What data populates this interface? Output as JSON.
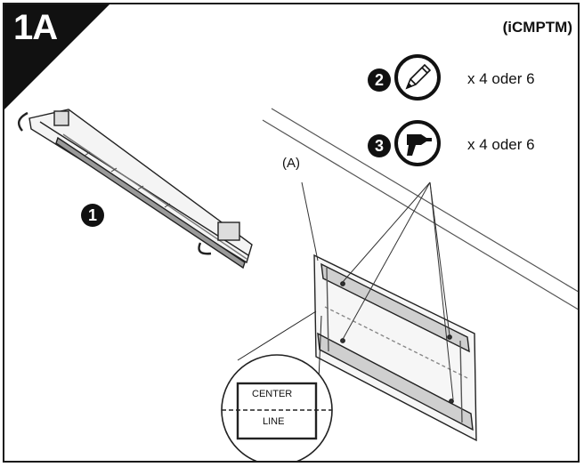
{
  "step": {
    "title": "1A"
  },
  "model_code": "(iCMPTM)",
  "callouts": {
    "part_1": "1",
    "tool_2": {
      "number": "2",
      "quantity": "x 4 oder 6",
      "icon": "pencil-icon"
    },
    "tool_3": {
      "number": "3",
      "quantity": "x 4 oder 6",
      "icon": "drill-icon"
    },
    "bracket_label": "(A)"
  },
  "magnifier": {
    "top_label": "CENTER",
    "bottom_label": "LINE"
  }
}
